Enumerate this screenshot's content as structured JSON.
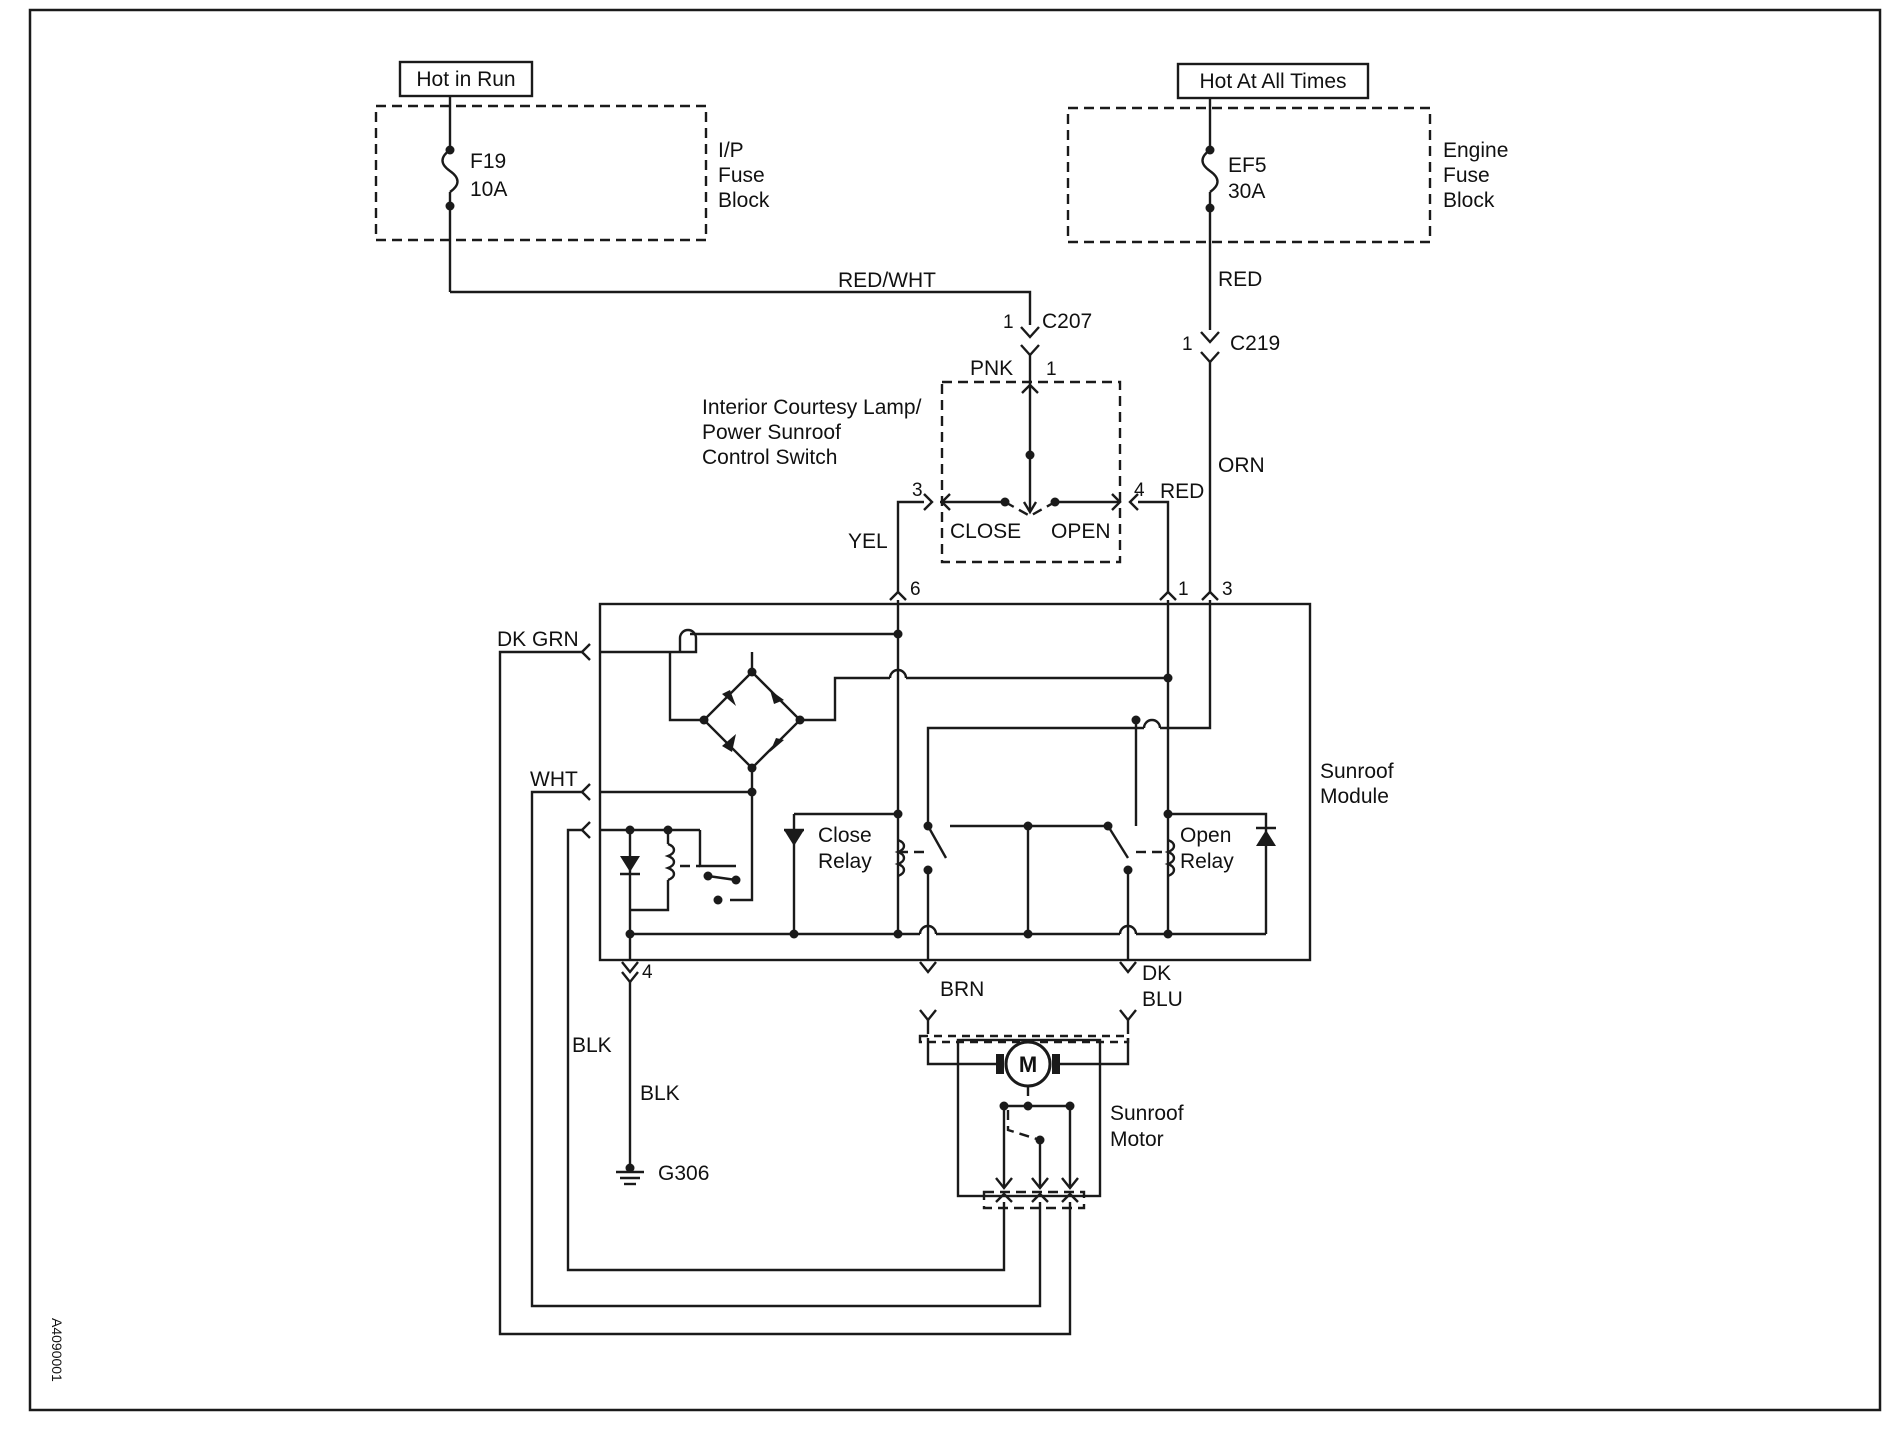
{
  "sources": {
    "hot_in_run": "Hot in Run",
    "hot_at_all_times": "Hot At All Times"
  },
  "fuse_blocks": {
    "ip": {
      "fuse": "F19",
      "rating": "10A",
      "name_lines": [
        "I/P",
        "Fuse",
        "Block"
      ]
    },
    "engine": {
      "fuse": "EF5",
      "rating": "30A",
      "name_lines": [
        "Engine",
        "Fuse",
        "Block"
      ]
    }
  },
  "wires": {
    "red_wht": "RED/WHT",
    "red_top": "RED",
    "pnk": "PNK",
    "orn": "ORN",
    "yel": "YEL",
    "red_switch": "RED",
    "dk_grn": "DK GRN",
    "wht": "WHT",
    "brn": "BRN",
    "dk_blu_lines": [
      "DK",
      "BLU"
    ],
    "blk_left": "BLK",
    "blk_ground": "BLK"
  },
  "connectors": {
    "c207": "C207",
    "c207_pin": "1",
    "c219": "C219",
    "c219_pin": "1",
    "pnk_pin": "1"
  },
  "switch": {
    "name_lines": [
      "Interior Courtesy Lamp/",
      "Power Sunroof",
      "Control Switch"
    ],
    "close": "CLOSE",
    "open": "OPEN",
    "pin_left": "3",
    "pin_right": "4"
  },
  "module": {
    "name_lines": [
      "Sunroof",
      "Module"
    ],
    "pin_6": "6",
    "pin_1": "1",
    "pin_3": "3",
    "pin_4": "4",
    "close_relay_lines": [
      "Close",
      "Relay"
    ],
    "open_relay_lines": [
      "Open",
      "Relay"
    ]
  },
  "motor": {
    "symbol": "M",
    "name_lines": [
      "Sunroof",
      "Motor"
    ]
  },
  "ground": "G306",
  "figure_code": "A4090001"
}
